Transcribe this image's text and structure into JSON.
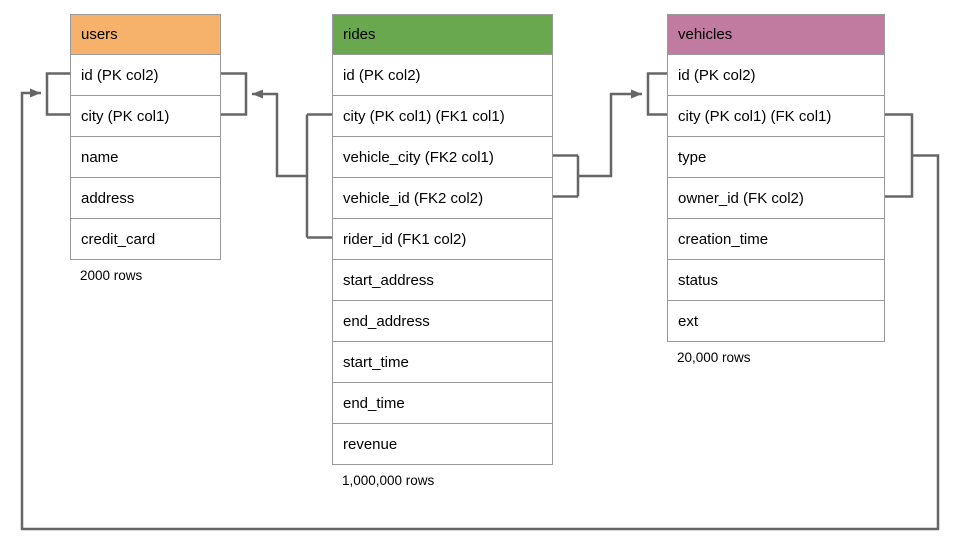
{
  "diagram": {
    "line_color": "#666666",
    "border_color": "#999999",
    "tables": [
      {
        "title": "users",
        "header_color": "#F6B26B",
        "columns": [
          "id (PK col2)",
          "city (PK col1)",
          "name",
          "address",
          "credit_card"
        ],
        "row_count_label": "2000 rows"
      },
      {
        "title": "rides",
        "header_color": "#6AA84F",
        "columns": [
          "id (PK col2)",
          "city (PK col1) (FK1 col1)",
          "vehicle_city (FK2 col1)",
          "vehicle_id (FK2 col2)",
          "rider_id (FK1 col2)",
          "start_address",
          "end_address",
          "start_time",
          "end_time",
          "revenue"
        ],
        "row_count_label": "1,000,000 rows"
      },
      {
        "title": "vehicles",
        "header_color": "#C27BA0",
        "columns": [
          "id (PK col2)",
          "city (PK col1) (FK col1)",
          "type",
          "owner_id (FK col2)",
          "creation_time",
          "status",
          "ext"
        ],
        "row_count_label": "20,000 rows"
      }
    ]
  }
}
